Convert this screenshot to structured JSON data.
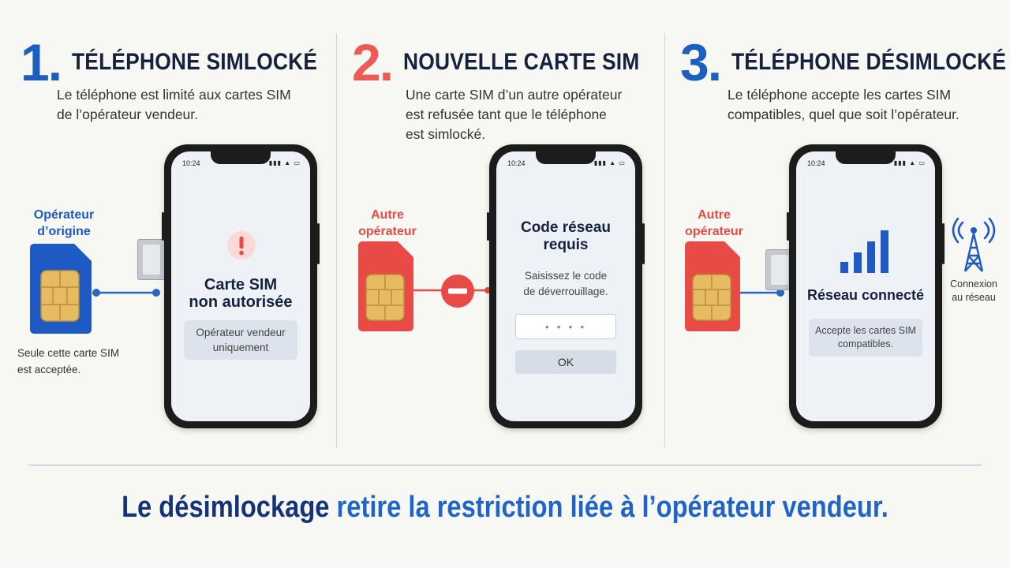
{
  "colors": {
    "step1": "#1d5fbf",
    "step2": "#ee5a55",
    "step3": "#1d5fbf",
    "title_dark": "#16213d",
    "sim_blue": "#1f5ac4",
    "sim_red": "#e84b46",
    "chip": "#e6bb62",
    "footer_dark": "#16337a",
    "footer_accent": "#1f64c8"
  },
  "panels": [
    {
      "number": "1.",
      "title": "TÉLÉPHONE SIMLOCKÉ",
      "description": "Le téléphone est limité aux cartes SIM\nde l’opérateur vendeur.",
      "sim_label": "Opérateur\nd’origine",
      "sim_note": "Seule cette carte SIM\nest acceptée.",
      "phone": {
        "time": "10:24",
        "alert_icon": "exclamation-icon",
        "heading": "Carte SIM\nnon autorisée",
        "box_text": "Opérateur vendeur\nuniquement"
      }
    },
    {
      "number": "2.",
      "title": "NOUVELLE CARTE SIM",
      "description": "Une carte SIM d’un autre opérateur\nest refusée tant que le téléphone\nest simlocké.",
      "sim_label": "Autre\nopérateur",
      "blocked_icon": "no-entry-icon",
      "phone": {
        "time": "10:24",
        "heading": "Code réseau\nrequis",
        "subtext": "Saisissez le code\nde déverrouillage.",
        "input_dots": "• • • •",
        "button": "OK"
      }
    },
    {
      "number": "3.",
      "title": "TÉLÉPHONE DÉSIMLOCKÉ",
      "description": "Le téléphone accepte les cartes SIM\ncompatibles, quel que soit l’opérateur.",
      "sim_label": "Autre\nopérateur",
      "tower_icon": "cell-tower-icon",
      "tower_label": "Connexion\nau réseau",
      "phone": {
        "time": "10:24",
        "signal_icon": "signal-bars-icon",
        "heading": "Réseau connecté",
        "box_text": "Accepte les cartes SIM\ncompatibles."
      }
    }
  ],
  "footer": {
    "part1": "Le désimlockage ",
    "part2": "retire la restriction liée à l’opérateur vendeur."
  }
}
